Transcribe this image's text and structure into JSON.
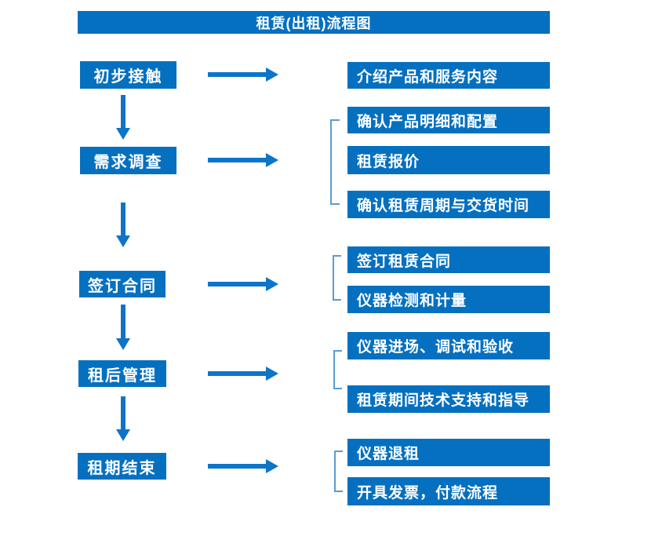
{
  "title": "租赁(出租)流程图",
  "colors": {
    "primary_blue": "#0570C0",
    "arrow_blue": "#0E74C8",
    "bracket_blue": "#5B9BD5",
    "text_white": "#FFFFFF",
    "background": "#FFFFFF"
  },
  "steps": [
    {
      "label": "初步接触",
      "details": [
        "介绍产品和服务内容"
      ]
    },
    {
      "label": "需求调查",
      "details": [
        "确认产品明细和配置",
        "租赁报价",
        "确认租赁周期与交货时间"
      ]
    },
    {
      "label": "签订合同",
      "details": [
        "签订租赁合同",
        "仪器检测和计量"
      ]
    },
    {
      "label": "租后管理",
      "details": [
        "仪器进场、调试和验收",
        "租赁期间技术支持和指导"
      ]
    },
    {
      "label": "租期结束",
      "details": [
        "仪器退租",
        "开具发票，付款流程"
      ]
    }
  ]
}
